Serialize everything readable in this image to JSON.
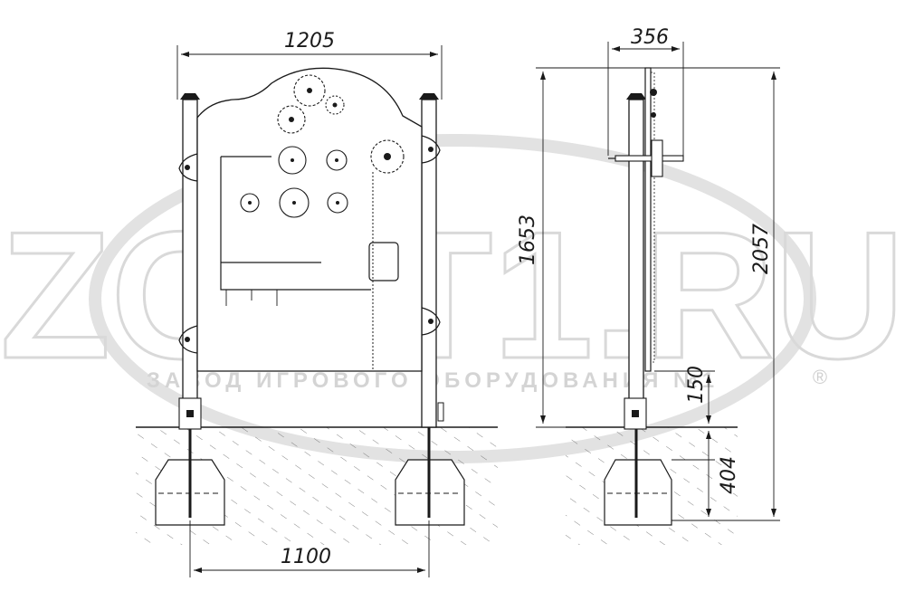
{
  "watermark": {
    "logo_text": "ZONT1.RU",
    "company_line": "ЗАВОД ИГРОВОГО ОБОРУДОВАНИЯ №1",
    "registered_mark": "®"
  },
  "front_view": {
    "overall_width": "1205",
    "post_spacing": "1100"
  },
  "side_view": {
    "depth": "356",
    "panel_height": "1653",
    "total_height": "2057",
    "ground_clearance": "150",
    "foundation_depth": "404"
  }
}
